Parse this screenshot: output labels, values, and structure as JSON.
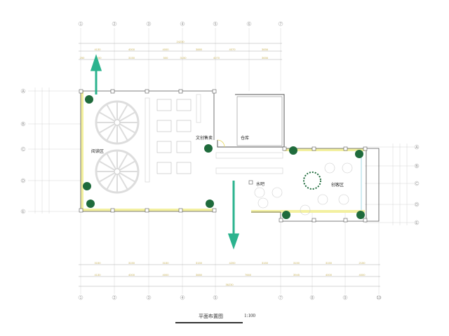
{
  "title": "平面布置图",
  "scale": "1:100",
  "rooms": {
    "reading": "阅读区",
    "shop": "文创售卖",
    "storage": "仓库",
    "water_bar": "水吧",
    "maker": "创客区"
  },
  "top_axes": [
    "1",
    "2",
    "3",
    "4",
    "5",
    "6",
    "7"
  ],
  "bottom_axes": [
    "1",
    "2",
    "3",
    "4",
    "5",
    "7",
    "8",
    "9",
    "10"
  ],
  "left_axes": [
    "A",
    "B",
    "C",
    "D",
    "E"
  ],
  "right_axes": [
    "A",
    "B",
    "C",
    "D",
    "E"
  ],
  "top_dims": {
    "total": "24230",
    "row2": [
      "4130",
      "4000",
      "4000",
      "3880",
      "4070",
      "3656"
    ],
    "row3": [
      "250",
      "3150",
      "3150",
      "500",
      "3150",
      "4070",
      "3656"
    ]
  },
  "bottom_dims": {
    "total": "36230",
    "row2": [
      "4130",
      "4000",
      "4000",
      "3880",
      "7660",
      "3945",
      "4000",
      "4000"
    ],
    "row1": [
      "3150",
      "3150",
      "3150",
      "3150",
      "4200",
      "3150",
      "3150",
      "3150",
      "2150"
    ]
  },
  "colors": {
    "arrow": "#2bb38e",
    "wall_fill": "#f3f0a0",
    "plant": "#1f6b3c"
  }
}
